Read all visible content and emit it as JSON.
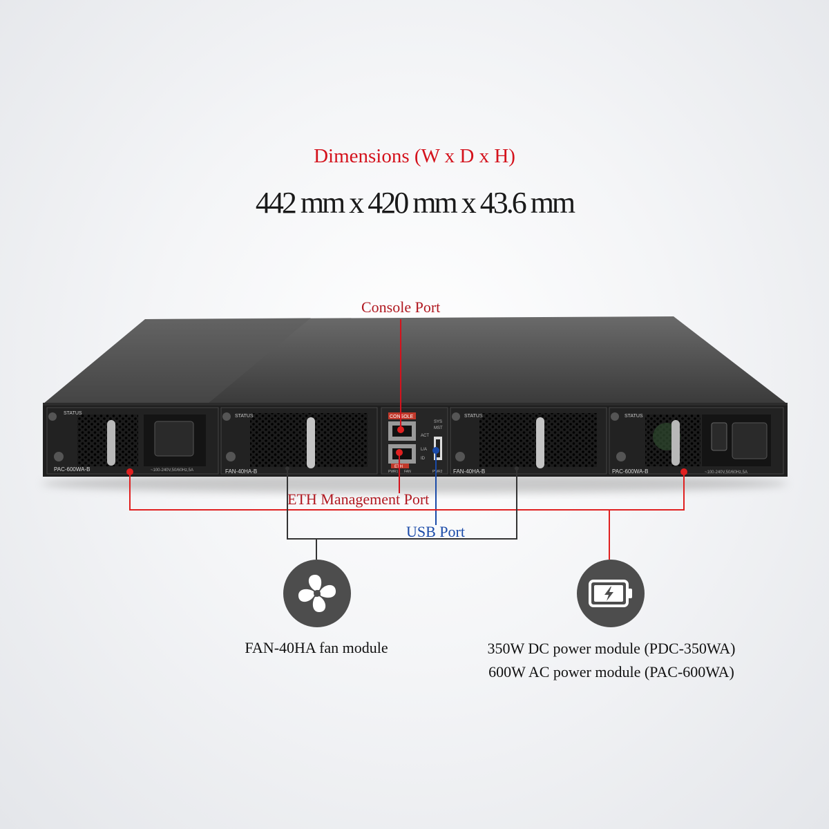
{
  "title": "Dimensions (W x D x H)",
  "dimensions": "442 mm x 420 mm x 43.6 mm",
  "callouts": {
    "console_port": "Console Port",
    "eth_management_port": "ETH Management Port",
    "usb_port": "USB Port"
  },
  "device_labels": {
    "status": "STATUS",
    "psu_left_model": "PAC-600WA-B",
    "psu_right_model": "PAC-600WA-B",
    "fan_left_model": "FAN-40HA-B",
    "fan_right_model": "FAN-40HA-B",
    "psu_rating": "~100-240V,50/60Hz,5A",
    "console": "CONSOLE",
    "eth": "ETH",
    "sys": "SYS",
    "mst": "MST",
    "act": "ACT",
    "la": "L/A",
    "id": "ID",
    "pwr1": "PWR1",
    "fan": "FAN",
    "pwr2": "PWR2"
  },
  "fan_module": {
    "icon": "fan-icon",
    "caption": "FAN-40HA fan module"
  },
  "power_module": {
    "icon": "battery-charging-icon",
    "captions": [
      "350W DC power module (PDC-350WA)",
      "600W AC power module (PAC-600WA)"
    ]
  },
  "colors": {
    "accent_red": "#d4121c",
    "line_red": "#e02020",
    "usb_blue": "#1a4aa8",
    "icon_bg": "#4d4d4d"
  }
}
